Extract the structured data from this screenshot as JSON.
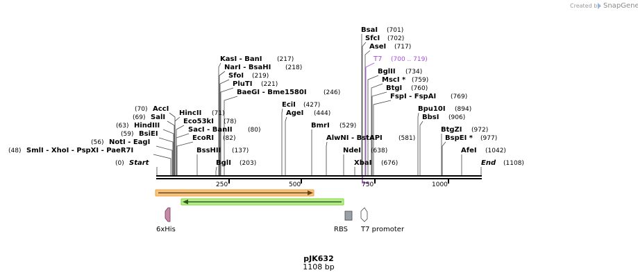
{
  "credit": {
    "prefix": "Created by",
    "brand": "SnapGene"
  },
  "plasmid": {
    "name": "pJK632",
    "size": "1108 bp"
  },
  "ends": {
    "start_pos": "(0)",
    "start_label": "Start",
    "end_label": "End",
    "end_pos": "(1108)"
  },
  "ruler": {
    "ticks": [
      "250",
      "500",
      "750",
      "1000"
    ]
  },
  "sites": [
    {
      "text": "BsaI",
      "pos": "(701)"
    },
    {
      "text": "SfcI",
      "pos": "(702)"
    },
    {
      "text": "AseI",
      "pos": "(717)"
    },
    {
      "text": "T7",
      "pos": "(700 .. 719)"
    },
    {
      "text": "BglII",
      "pos": "(734)"
    },
    {
      "text": "MscI *",
      "pos": "(759)"
    },
    {
      "text": "BtgI",
      "pos": "(760)"
    },
    {
      "text": "FspI  - FspAI",
      "pos": "(769)"
    },
    {
      "text": "Bpu10I",
      "pos": "(894)"
    },
    {
      "text": "BbsI",
      "pos": "(906)"
    },
    {
      "text": "BtgZI",
      "pos": "(972)"
    },
    {
      "text": "BspEI *",
      "pos": "(977)"
    },
    {
      "text": "AfeI",
      "pos": "(1042)"
    },
    {
      "text": "KasI  - BanI",
      "pos": "(217)"
    },
    {
      "text": "NarI  - BsaHI",
      "pos": "(218)"
    },
    {
      "text": "SfoI",
      "pos": "(219)"
    },
    {
      "text": "PluTI",
      "pos": "(221)"
    },
    {
      "text": "BaeGI  - Bme1580I",
      "pos": "(246)"
    },
    {
      "text": "EciI",
      "pos": "(427)"
    },
    {
      "text": "AgeI",
      "pos": "(444)"
    },
    {
      "text": "BmrI",
      "pos": "(529)"
    },
    {
      "text": "AlwNI  - BstAPI",
      "pos": "(581)"
    },
    {
      "text": "NdeI",
      "pos": "(638)"
    },
    {
      "text": "XbaI",
      "pos": "(676)"
    },
    {
      "text": "AccI",
      "pos": "(70)"
    },
    {
      "text": "SalI",
      "pos": "(69)"
    },
    {
      "text": "HindIII",
      "pos": "(63)"
    },
    {
      "text": "BsiEI",
      "pos": "(59)"
    },
    {
      "text": "NotI  - EagI",
      "pos": "(56)"
    },
    {
      "text": "SmlI  - XhoI  - PspXI  - PaeR7I",
      "pos": "(48)"
    },
    {
      "text": "HincII",
      "pos": "(71)"
    },
    {
      "text": "Eco53kI",
      "pos": "(78)"
    },
    {
      "text": "SacI  - BanII",
      "pos": "(80)"
    },
    {
      "text": "EcoRI",
      "pos": "(82)"
    },
    {
      "text": "BssHII",
      "pos": "(137)"
    },
    {
      "text": "BglI",
      "pos": "(203)"
    }
  ],
  "features": [
    {
      "name": "6xHis"
    },
    {
      "name": "RBS"
    },
    {
      "name": "T7 promoter"
    }
  ],
  "colors": {
    "orange_arrow": "#f0a030",
    "green_arrow": "#7fd640",
    "his_tag": "#c98aa8",
    "rbs": "#9aa0a8",
    "t7": "#a64ddb"
  }
}
